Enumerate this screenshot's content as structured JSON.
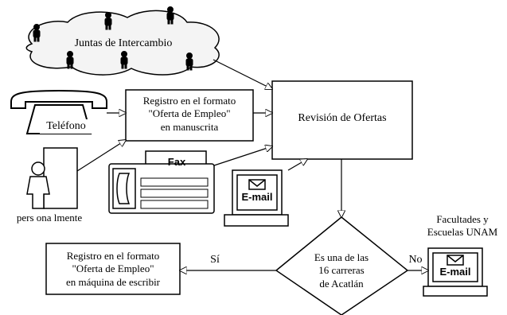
{
  "cloud": {
    "label": "Juntas de Intercambio"
  },
  "phone": {
    "label": "Teléfono"
  },
  "person": {
    "label": "pers ona lmente"
  },
  "register_handwritten": {
    "line1": "Registro en el formato",
    "line2": "\"Oferta de Empleo\"",
    "line3": "en manuscrita"
  },
  "fax": {
    "label": "Fax"
  },
  "review": {
    "label": "Revisión de Ofertas"
  },
  "email_center": {
    "label": "E-mail"
  },
  "decision": {
    "line1": "Es una de las",
    "line2": "16 carreras",
    "line3": "de Acatlán"
  },
  "yes_label": "Sí",
  "no_label": "No",
  "register_typed": {
    "line1": "Registro en el formato",
    "line2": "\"Oferta de Empleo\"",
    "line3": "en máquina de escribir"
  },
  "faculties": {
    "line1": "Facultades y",
    "line2": "Escuelas UNAM"
  },
  "email_right": {
    "label": "E-mail"
  },
  "colors": {
    "stroke": "#000000",
    "fill": "#ffffff",
    "cloud_fill": "#f4f4f4"
  }
}
